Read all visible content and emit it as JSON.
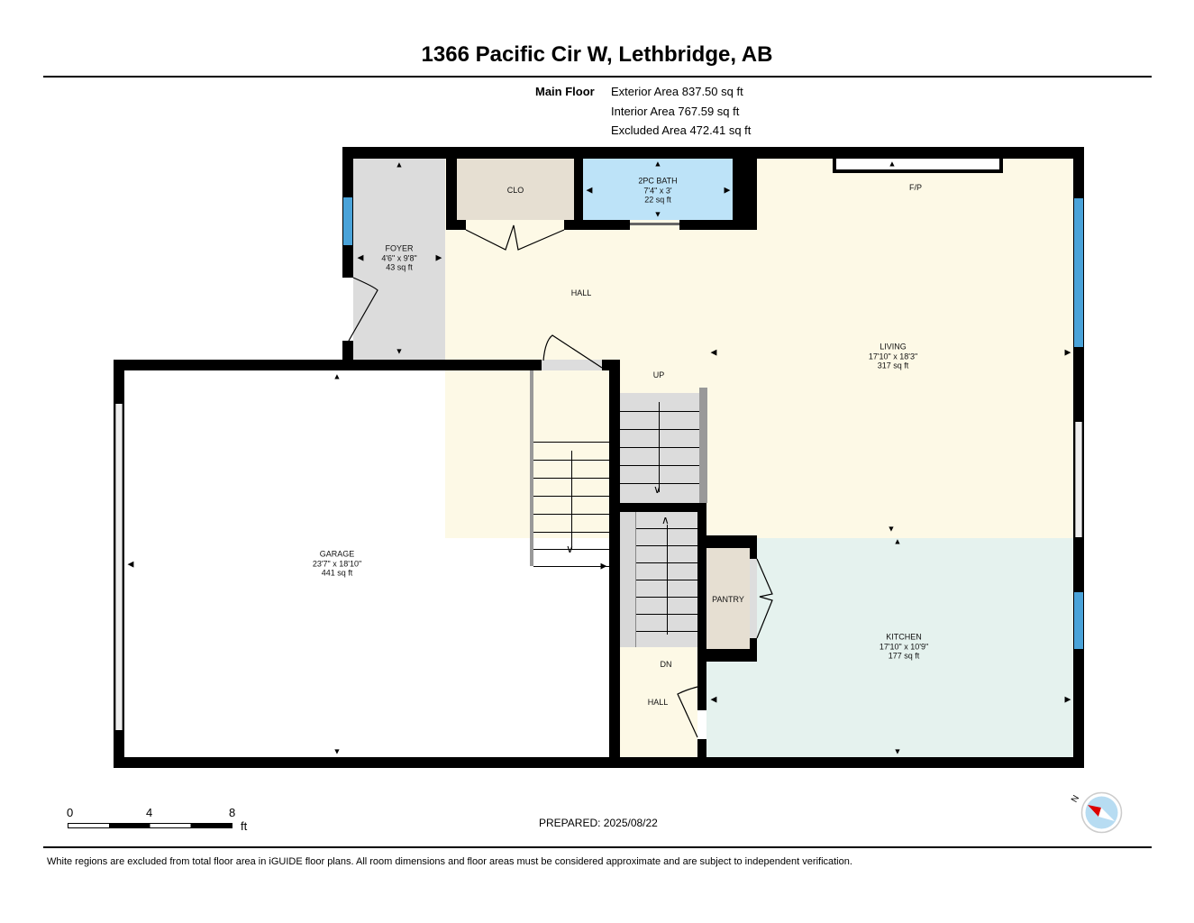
{
  "header": {
    "title": "1366 Pacific Cir W, Lethbridge, AB"
  },
  "areas": {
    "floor_name": "Main Floor",
    "exterior": "Exterior Area 837.50 sq ft",
    "interior": "Interior Area 767.59 sq ft",
    "excluded": "Excluded Area 472.41 sq ft"
  },
  "rooms": {
    "foyer": {
      "name": "FOYER",
      "dims": "4'6\" x 9'8\"",
      "area": "43 sq ft"
    },
    "clo": {
      "name": "CLO"
    },
    "bath": {
      "name": "2PC BATH",
      "dims": "7'4\" x 3'",
      "area": "22 sq ft"
    },
    "fireplace": {
      "name": "F/P"
    },
    "hall": {
      "name": "HALL"
    },
    "living": {
      "name": "LIVING",
      "dims": "17'10\" x 18'3\"",
      "area": "317 sq ft"
    },
    "up": {
      "name": "UP"
    },
    "garage": {
      "name": "GARAGE",
      "dims": "23'7\" x 18'10\"",
      "area": "441 sq ft"
    },
    "pantry": {
      "name": "PANTRY"
    },
    "kitchen": {
      "name": "KITCHEN",
      "dims": "17'10\" x 10'9\"",
      "area": "177 sq ft"
    },
    "dn": {
      "name": "DN"
    },
    "hall2": {
      "name": "HALL"
    }
  },
  "colors": {
    "hall": "#fdf9e6",
    "foyer": "#dcdcdc",
    "closet": "#e6dfd2",
    "bath": "#bde3f8",
    "kitchen": "#e5f2ee",
    "window": "#4aa3d9"
  },
  "scale": {
    "labels": [
      "0",
      "4",
      "8"
    ],
    "unit": "ft"
  },
  "prepared": "PREPARED: 2025/08/22",
  "compass": {
    "label": "N",
    "icon": "compass-icon"
  },
  "footer": "White regions are excluded from total floor area in iGUIDE floor plans. All room dimensions and floor areas must be considered approximate and are subject to independent verification."
}
